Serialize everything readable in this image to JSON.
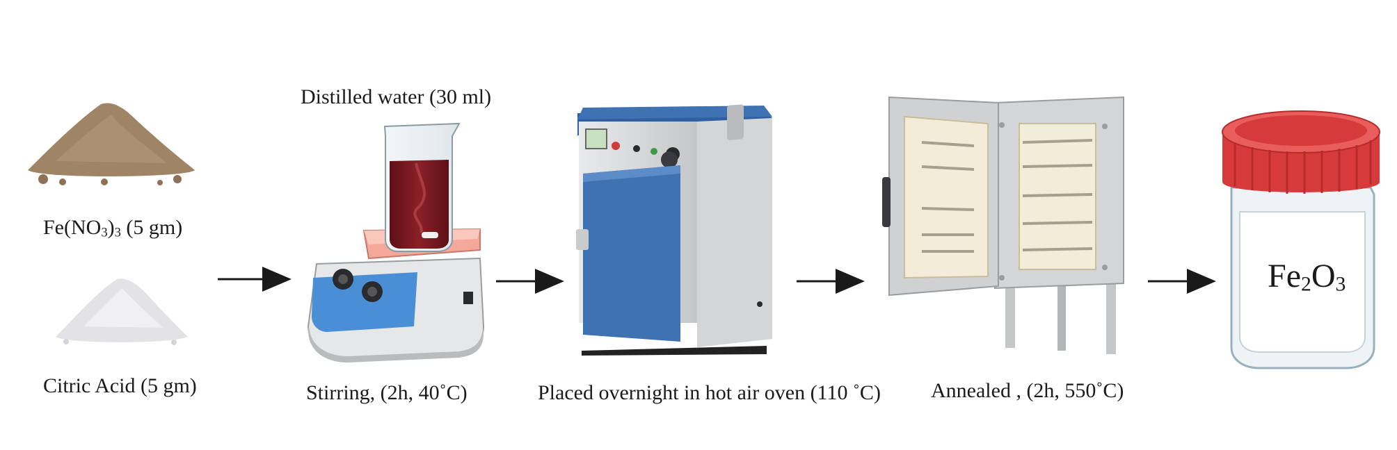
{
  "labels": {
    "iron_nitrate": {
      "prefix": "Fe(NO",
      "sub": "3",
      "mid": ")",
      "sub2": "3",
      "suffix": " (5 gm)"
    },
    "citric_acid": "Citric Acid (5 gm)",
    "distilled_water": "Distilled water (30 ml)",
    "stirring": "Stirring, (2h, 40˚C)",
    "oven": "Placed overnight in hot air oven (110 ˚C)",
    "annealed": "Annealed , (2h, 550˚C)",
    "product": {
      "el1": "Fe",
      "sub1": "2",
      "el2": "O",
      "sub2": "3"
    }
  },
  "colors": {
    "brown_powder": "#a08466",
    "white_powder": "#e3e3e6",
    "solution": "#7a1a22",
    "oven_blue": "#3f72b3",
    "furnace_gray": "#cfd1d3",
    "jar_lid_red": "#d63a3a",
    "arrow": "#1a1a1a"
  }
}
